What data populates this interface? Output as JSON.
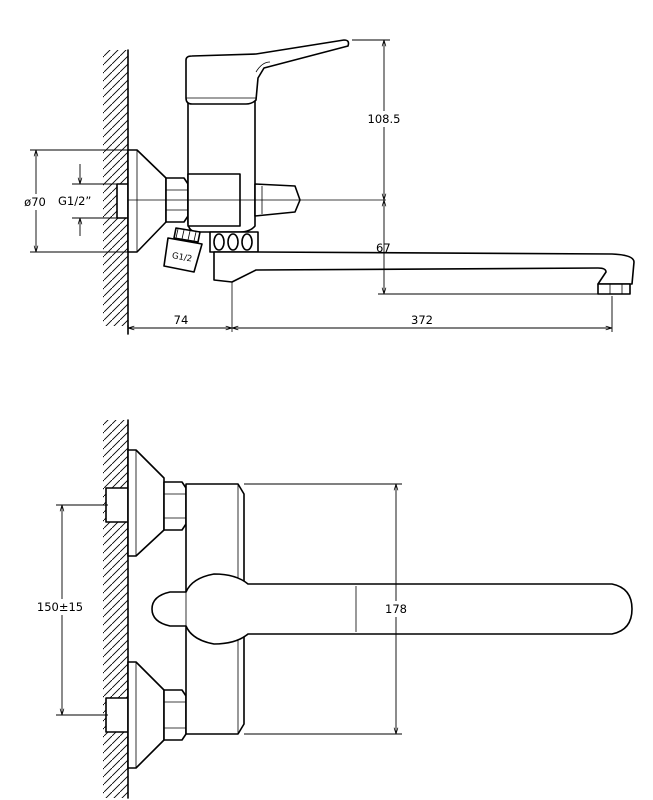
{
  "side_view": {
    "dims": {
      "height_top": "108.5",
      "spout_height": "67",
      "wall_offset": "74",
      "spout_reach": "372",
      "flange_diameter": "ø70",
      "inlet_thread": "G1/2”",
      "nozzle_thread": "G1/2"
    }
  },
  "top_view": {
    "dims": {
      "inlet_spacing": "150±15",
      "body_height": "178"
    }
  }
}
